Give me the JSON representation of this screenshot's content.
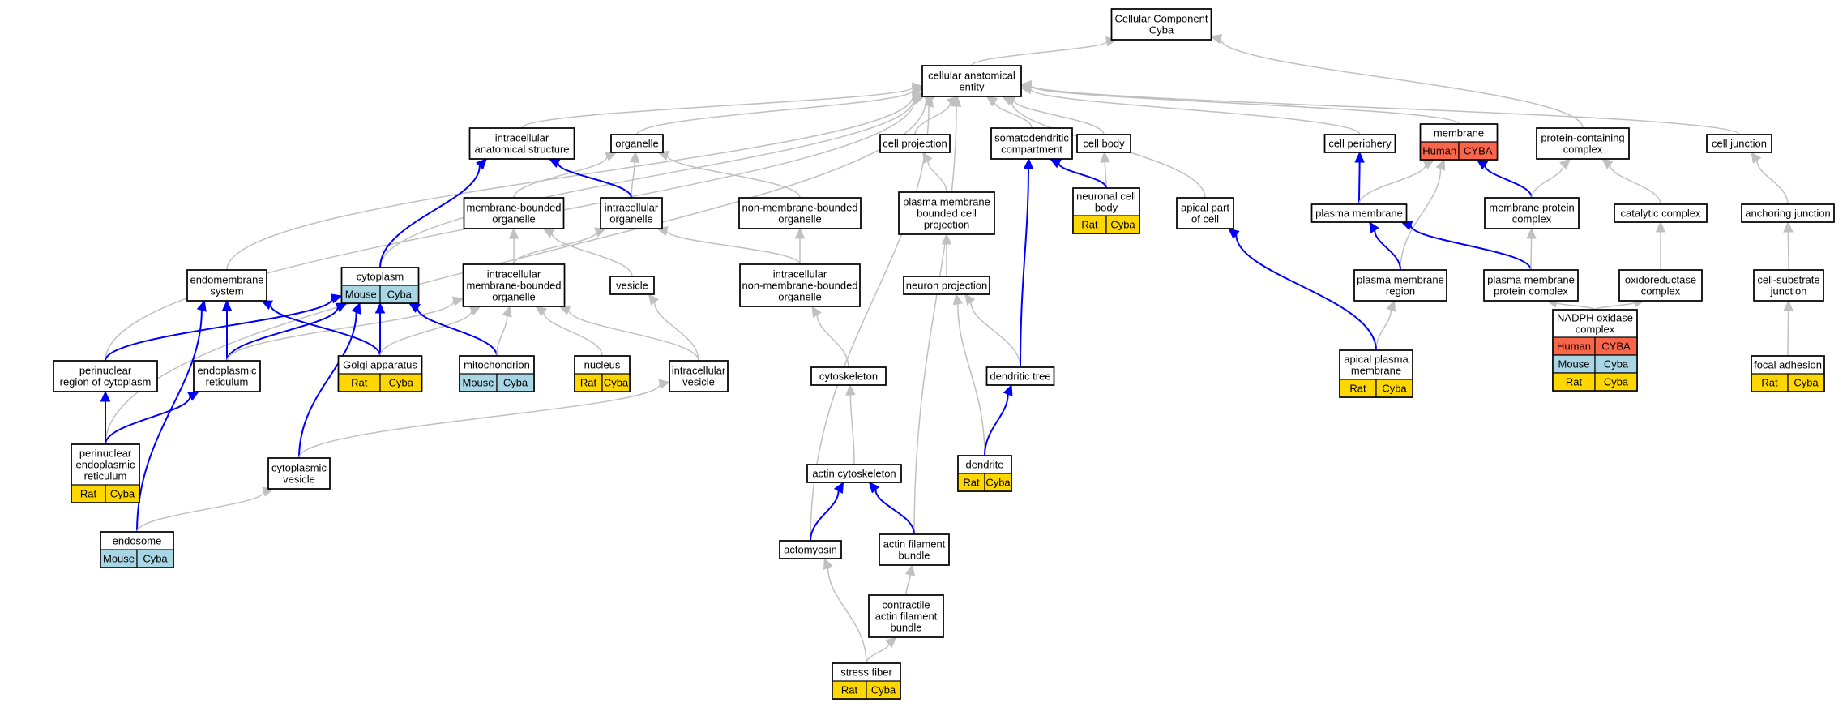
{
  "colors": {
    "gray_edge": "#c0c0c0",
    "blue_edge": "#0000ff",
    "Human": "#f9664a",
    "Mouse": "#a9d6e5",
    "Rat": "#ffd700"
  },
  "nodes": [
    {
      "id": "root",
      "lines": [
        "Cellular Component",
        "Cyba"
      ]
    },
    {
      "id": "cae",
      "lines": [
        "cellular anatomical",
        "entity"
      ]
    },
    {
      "id": "ias",
      "lines": [
        "intracellular",
        "anatomical structure"
      ]
    },
    {
      "id": "organelle",
      "lines": [
        "organelle"
      ]
    },
    {
      "id": "cellproj",
      "lines": [
        "cell projection"
      ]
    },
    {
      "id": "somato",
      "lines": [
        "somatodendritic",
        "compartment"
      ]
    },
    {
      "id": "cellbody",
      "lines": [
        "cell body"
      ]
    },
    {
      "id": "cellperiph",
      "lines": [
        "cell periphery"
      ]
    },
    {
      "id": "membrane",
      "lines": [
        "membrane"
      ],
      "species": [
        {
          "sp": "Human",
          "gene": "CYBA"
        }
      ]
    },
    {
      "id": "pcc",
      "lines": [
        "protein-containing",
        "complex"
      ]
    },
    {
      "id": "celljunc",
      "lines": [
        "cell junction"
      ]
    },
    {
      "id": "mbo",
      "lines": [
        "membrane-bounded",
        "organelle"
      ]
    },
    {
      "id": "intorg",
      "lines": [
        "intracellular",
        "organelle"
      ]
    },
    {
      "id": "nmbo",
      "lines": [
        "non-membrane-bounded",
        "organelle"
      ]
    },
    {
      "id": "neuronalbody",
      "lines": [
        "neuronal cell",
        "body"
      ],
      "species": [
        {
          "sp": "Rat",
          "gene": "Cyba"
        }
      ]
    },
    {
      "id": "pmbcp",
      "lines": [
        "plasma membrane",
        "bounded cell",
        "projection"
      ]
    },
    {
      "id": "apicalpart",
      "lines": [
        "apical part",
        "of cell"
      ]
    },
    {
      "id": "plasmamem",
      "lines": [
        "plasma membrane"
      ]
    },
    {
      "id": "mpc",
      "lines": [
        "membrane protein",
        "complex"
      ]
    },
    {
      "id": "catcomplex",
      "lines": [
        "catalytic complex"
      ]
    },
    {
      "id": "anchjunc",
      "lines": [
        "anchoring junction"
      ]
    },
    {
      "id": "endomem",
      "lines": [
        "endomembrane",
        "system"
      ]
    },
    {
      "id": "cytoplasm",
      "lines": [
        "cytoplasm"
      ],
      "species": [
        {
          "sp": "Mouse",
          "gene": "Cyba"
        }
      ]
    },
    {
      "id": "imbo",
      "lines": [
        "intracellular",
        "membrane-bounded",
        "organelle"
      ]
    },
    {
      "id": "vesicle",
      "lines": [
        "vesicle"
      ]
    },
    {
      "id": "inmbo",
      "lines": [
        "intracellular",
        "non-membrane-bounded",
        "organelle"
      ]
    },
    {
      "id": "neuronproj",
      "lines": [
        "neuron projection"
      ]
    },
    {
      "id": "pmregion",
      "lines": [
        "plasma membrane",
        "region"
      ]
    },
    {
      "id": "pmpc",
      "lines": [
        "plasma membrane",
        "protein complex"
      ]
    },
    {
      "id": "oxido",
      "lines": [
        "oxidoreductase",
        "complex"
      ]
    },
    {
      "id": "csjunc",
      "lines": [
        "cell-substrate",
        "junction"
      ]
    },
    {
      "id": "perinuc",
      "lines": [
        "perinuclear",
        "region of cytoplasm"
      ]
    },
    {
      "id": "er",
      "lines": [
        "endoplasmic",
        "reticulum"
      ]
    },
    {
      "id": "golgi",
      "lines": [
        "Golgi apparatus"
      ],
      "species": [
        {
          "sp": "Rat",
          "gene": "Cyba"
        }
      ]
    },
    {
      "id": "mito",
      "lines": [
        "mitochondrion"
      ],
      "species": [
        {
          "sp": "Mouse",
          "gene": "Cyba"
        }
      ]
    },
    {
      "id": "nucleus",
      "lines": [
        "nucleus"
      ],
      "species": [
        {
          "sp": "Rat",
          "gene": "Cyba"
        }
      ]
    },
    {
      "id": "intves",
      "lines": [
        "intracellular",
        "vesicle"
      ]
    },
    {
      "id": "cytoskel",
      "lines": [
        "cytoskeleton"
      ]
    },
    {
      "id": "dendtree",
      "lines": [
        "dendritic tree"
      ]
    },
    {
      "id": "apicalpm",
      "lines": [
        "apical plasma",
        "membrane"
      ],
      "species": [
        {
          "sp": "Rat",
          "gene": "Cyba"
        }
      ]
    },
    {
      "id": "nadph",
      "lines": [
        "NADPH oxidase",
        "complex"
      ],
      "species": [
        {
          "sp": "Human",
          "gene": "CYBA"
        },
        {
          "sp": "Mouse",
          "gene": "Cyba"
        },
        {
          "sp": "Rat",
          "gene": "Cyba"
        }
      ]
    },
    {
      "id": "focal",
      "lines": [
        "focal adhesion"
      ],
      "species": [
        {
          "sp": "Rat",
          "gene": "Cyba"
        }
      ]
    },
    {
      "id": "perinucer",
      "lines": [
        "perinuclear",
        "endoplasmic",
        "reticulum"
      ],
      "species": [
        {
          "sp": "Rat",
          "gene": "Cyba"
        }
      ]
    },
    {
      "id": "cytoves",
      "lines": [
        "cytoplasmic",
        "vesicle"
      ]
    },
    {
      "id": "dendrite",
      "lines": [
        "dendrite"
      ],
      "species": [
        {
          "sp": "Rat",
          "gene": "Cyba"
        }
      ]
    },
    {
      "id": "actincyto",
      "lines": [
        "actin cytoskeleton"
      ]
    },
    {
      "id": "endosome",
      "lines": [
        "endosome"
      ],
      "species": [
        {
          "sp": "Mouse",
          "gene": "Cyba"
        }
      ]
    },
    {
      "id": "actomyosin",
      "lines": [
        "actomyosin"
      ]
    },
    {
      "id": "afb",
      "lines": [
        "actin filament",
        "bundle"
      ]
    },
    {
      "id": "cafb",
      "lines": [
        "contractile",
        "actin filament",
        "bundle"
      ]
    },
    {
      "id": "stressfiber",
      "lines": [
        "stress fiber"
      ],
      "species": [
        {
          "sp": "Rat",
          "gene": "Cyba"
        }
      ]
    }
  ],
  "edges": [
    {
      "from": "cae",
      "to": "root",
      "color": "gray"
    },
    {
      "from": "pcc",
      "to": "root",
      "color": "gray"
    },
    {
      "from": "ias",
      "to": "cae",
      "color": "gray"
    },
    {
      "from": "organelle",
      "to": "cae",
      "color": "gray"
    },
    {
      "from": "cellproj",
      "to": "cae",
      "color": "gray"
    },
    {
      "from": "somato",
      "to": "cae",
      "color": "gray"
    },
    {
      "from": "cellbody",
      "to": "cae",
      "color": "gray"
    },
    {
      "from": "cellperiph",
      "to": "cae",
      "color": "gray"
    },
    {
      "from": "membrane",
      "to": "cae",
      "color": "gray"
    },
    {
      "from": "celljunc",
      "to": "cae",
      "color": "gray"
    },
    {
      "from": "apicalpart",
      "to": "cae",
      "color": "gray"
    },
    {
      "from": "endomem",
      "to": "cae",
      "color": "gray"
    },
    {
      "from": "cytoplasm",
      "to": "cae",
      "color": "gray"
    },
    {
      "from": "perinuc",
      "to": "cae",
      "color": "gray"
    },
    {
      "from": "perinucer",
      "to": "cae",
      "color": "gray"
    },
    {
      "from": "actomyosin",
      "to": "cae",
      "color": "gray"
    },
    {
      "from": "afb",
      "to": "cae",
      "color": "gray"
    },
    {
      "from": "mbo",
      "to": "organelle",
      "color": "gray"
    },
    {
      "from": "intorg",
      "to": "organelle",
      "color": "gray"
    },
    {
      "from": "nmbo",
      "to": "organelle",
      "color": "gray"
    },
    {
      "from": "intorg",
      "to": "ias",
      "color": "blue"
    },
    {
      "from": "cytoplasm",
      "to": "ias",
      "color": "blue"
    },
    {
      "from": "imbo",
      "to": "mbo",
      "color": "gray"
    },
    {
      "from": "imbo",
      "to": "intorg",
      "color": "gray"
    },
    {
      "from": "inmbo",
      "to": "intorg",
      "color": "gray"
    },
    {
      "from": "inmbo",
      "to": "nmbo",
      "color": "gray"
    },
    {
      "from": "vesicle",
      "to": "mbo",
      "color": "gray"
    },
    {
      "from": "neuronalbody",
      "to": "cellbody",
      "color": "gray"
    },
    {
      "from": "neuronalbody",
      "to": "somato",
      "color": "blue"
    },
    {
      "from": "pmbcp",
      "to": "cellproj",
      "color": "gray"
    },
    {
      "from": "neuronproj",
      "to": "pmbcp",
      "color": "gray"
    },
    {
      "from": "dendtree",
      "to": "neuronproj",
      "color": "gray"
    },
    {
      "from": "dendrite",
      "to": "neuronproj",
      "color": "gray"
    },
    {
      "from": "dendtree",
      "to": "somato",
      "color": "blue"
    },
    {
      "from": "dendrite",
      "to": "dendtree",
      "color": "blue"
    },
    {
      "from": "plasmamem",
      "to": "cellperiph",
      "color": "blue"
    },
    {
      "from": "plasmamem",
      "to": "membrane",
      "color": "gray"
    },
    {
      "from": "mpc",
      "to": "membrane",
      "color": "blue"
    },
    {
      "from": "mpc",
      "to": "pcc",
      "color": "gray"
    },
    {
      "from": "catcomplex",
      "to": "pcc",
      "color": "gray"
    },
    {
      "from": "anchjunc",
      "to": "celljunc",
      "color": "gray"
    },
    {
      "from": "pmregion",
      "to": "membrane",
      "color": "gray"
    },
    {
      "from": "pmregion",
      "to": "plasmamem",
      "color": "blue"
    },
    {
      "from": "pmpc",
      "to": "plasmamem",
      "color": "blue"
    },
    {
      "from": "pmpc",
      "to": "mpc",
      "color": "gray"
    },
    {
      "from": "oxido",
      "to": "catcomplex",
      "color": "gray"
    },
    {
      "from": "csjunc",
      "to": "anchjunc",
      "color": "gray"
    },
    {
      "from": "apicalpm",
      "to": "pmregion",
      "color": "gray"
    },
    {
      "from": "apicalpm",
      "to": "apicalpart",
      "color": "blue"
    },
    {
      "from": "nadph",
      "to": "pmpc",
      "color": "gray"
    },
    {
      "from": "nadph",
      "to": "oxido",
      "color": "gray"
    },
    {
      "from": "focal",
      "to": "csjunc",
      "color": "gray"
    },
    {
      "from": "perinuc",
      "to": "cytoplasm",
      "color": "blue"
    },
    {
      "from": "er",
      "to": "endomem",
      "color": "blue"
    },
    {
      "from": "er",
      "to": "cytoplasm",
      "color": "blue"
    },
    {
      "from": "er",
      "to": "imbo",
      "color": "gray"
    },
    {
      "from": "golgi",
      "to": "endomem",
      "color": "blue"
    },
    {
      "from": "golgi",
      "to": "cytoplasm",
      "color": "blue"
    },
    {
      "from": "golgi",
      "to": "imbo",
      "color": "gray"
    },
    {
      "from": "mito",
      "to": "cytoplasm",
      "color": "blue"
    },
    {
      "from": "mito",
      "to": "imbo",
      "color": "gray"
    },
    {
      "from": "nucleus",
      "to": "imbo",
      "color": "gray"
    },
    {
      "from": "intves",
      "to": "imbo",
      "color": "gray"
    },
    {
      "from": "intves",
      "to": "vesicle",
      "color": "gray"
    },
    {
      "from": "cytoves",
      "to": "cytoplasm",
      "color": "blue"
    },
    {
      "from": "cytoves",
      "to": "intves",
      "color": "gray"
    },
    {
      "from": "perinucer",
      "to": "perinuc",
      "color": "blue"
    },
    {
      "from": "perinucer",
      "to": "er",
      "color": "blue"
    },
    {
      "from": "endosome",
      "to": "endomem",
      "color": "blue"
    },
    {
      "from": "endosome",
      "to": "cytoves",
      "color": "gray"
    },
    {
      "from": "cytoskel",
      "to": "inmbo",
      "color": "gray"
    },
    {
      "from": "actincyto",
      "to": "cytoskel",
      "color": "gray"
    },
    {
      "from": "actomyosin",
      "to": "actincyto",
      "color": "blue"
    },
    {
      "from": "afb",
      "to": "actincyto",
      "color": "blue"
    },
    {
      "from": "cafb",
      "to": "afb",
      "color": "gray"
    },
    {
      "from": "stressfiber",
      "to": "cafb",
      "color": "gray"
    },
    {
      "from": "stressfiber",
      "to": "actomyosin",
      "color": "gray"
    }
  ]
}
